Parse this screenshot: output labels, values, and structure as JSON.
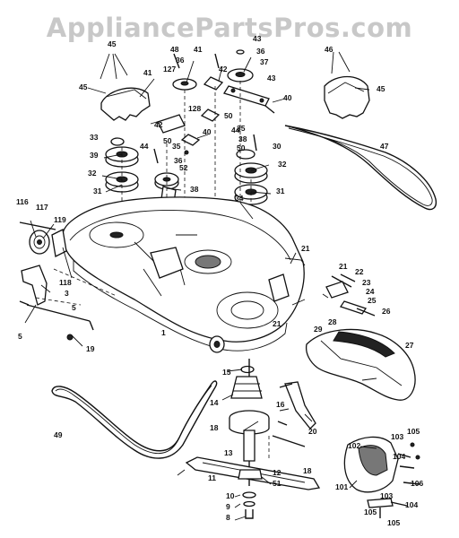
{
  "watermark": "AppliancePartsPros.com",
  "labels": [
    {
      "id": "45-tl",
      "text": "45"
    },
    {
      "id": "48-a",
      "text": "48"
    },
    {
      "id": "36-a",
      "text": "36"
    },
    {
      "id": "127",
      "text": "127"
    },
    {
      "id": "41-a",
      "text": "41"
    },
    {
      "id": "42-a",
      "text": "42"
    },
    {
      "id": "43-a",
      "text": "43"
    },
    {
      "id": "36-b",
      "text": "36"
    },
    {
      "id": "37",
      "text": "37"
    },
    {
      "id": "43-b",
      "text": "43"
    },
    {
      "id": "40-a",
      "text": "40"
    },
    {
      "id": "46-tr",
      "text": "46"
    },
    {
      "id": "45-tr",
      "text": "45"
    },
    {
      "id": "45-l",
      "text": "45"
    },
    {
      "id": "41-b",
      "text": "41"
    },
    {
      "id": "128",
      "text": "128"
    },
    {
      "id": "42-b",
      "text": "42"
    },
    {
      "id": "50-a",
      "text": "50"
    },
    {
      "id": "35-a",
      "text": "35"
    },
    {
      "id": "40-b",
      "text": "40"
    },
    {
      "id": "44-a",
      "text": "44"
    },
    {
      "id": "50-b",
      "text": "50"
    },
    {
      "id": "38-a",
      "text": "38"
    },
    {
      "id": "50-c",
      "text": "50"
    },
    {
      "id": "33",
      "text": "33"
    },
    {
      "id": "44-b",
      "text": "44"
    },
    {
      "id": "35-b",
      "text": "35"
    },
    {
      "id": "36-c",
      "text": "36"
    },
    {
      "id": "52",
      "text": "52"
    },
    {
      "id": "30",
      "text": "30"
    },
    {
      "id": "32-r",
      "text": "32"
    },
    {
      "id": "47",
      "text": "47"
    },
    {
      "id": "39",
      "text": "39"
    },
    {
      "id": "32-l",
      "text": "32"
    },
    {
      "id": "31-l",
      "text": "31"
    },
    {
      "id": "38-b",
      "text": "38"
    },
    {
      "id": "34",
      "text": "34"
    },
    {
      "id": "31-r",
      "text": "31"
    },
    {
      "id": "116",
      "text": "116"
    },
    {
      "id": "117",
      "text": "117"
    },
    {
      "id": "119",
      "text": "119"
    },
    {
      "id": "21-a",
      "text": "21"
    },
    {
      "id": "21-b",
      "text": "21"
    },
    {
      "id": "22",
      "text": "22"
    },
    {
      "id": "23",
      "text": "23"
    },
    {
      "id": "24",
      "text": "24"
    },
    {
      "id": "25",
      "text": "25"
    },
    {
      "id": "26",
      "text": "26"
    },
    {
      "id": "118",
      "text": "118"
    },
    {
      "id": "3",
      "text": "3"
    },
    {
      "id": "5-a",
      "text": "5"
    },
    {
      "id": "5-b",
      "text": "5"
    },
    {
      "id": "1",
      "text": "1"
    },
    {
      "id": "21-c",
      "text": "21"
    },
    {
      "id": "28",
      "text": "28"
    },
    {
      "id": "29",
      "text": "29"
    },
    {
      "id": "27",
      "text": "27"
    },
    {
      "id": "19",
      "text": "19"
    },
    {
      "id": "15",
      "text": "15"
    },
    {
      "id": "14",
      "text": "14"
    },
    {
      "id": "16",
      "text": "16"
    },
    {
      "id": "20",
      "text": "20"
    },
    {
      "id": "49",
      "text": "49"
    },
    {
      "id": "18-a",
      "text": "18"
    },
    {
      "id": "18-b",
      "text": "18"
    },
    {
      "id": "13",
      "text": "13"
    },
    {
      "id": "102",
      "text": "102"
    },
    {
      "id": "103-a",
      "text": "103"
    },
    {
      "id": "105-a",
      "text": "105"
    },
    {
      "id": "104-a",
      "text": "104"
    },
    {
      "id": "106",
      "text": "106"
    },
    {
      "id": "11",
      "text": "11"
    },
    {
      "id": "12",
      "text": "12"
    },
    {
      "id": "51",
      "text": "51"
    },
    {
      "id": "101",
      "text": "101"
    },
    {
      "id": "103-b",
      "text": "103"
    },
    {
      "id": "10",
      "text": "10"
    },
    {
      "id": "9",
      "text": "9"
    },
    {
      "id": "8",
      "text": "8"
    },
    {
      "id": "105-b",
      "text": "105"
    },
    {
      "id": "104-b",
      "text": "104"
    },
    {
      "id": "105-c",
      "text": "105"
    }
  ]
}
